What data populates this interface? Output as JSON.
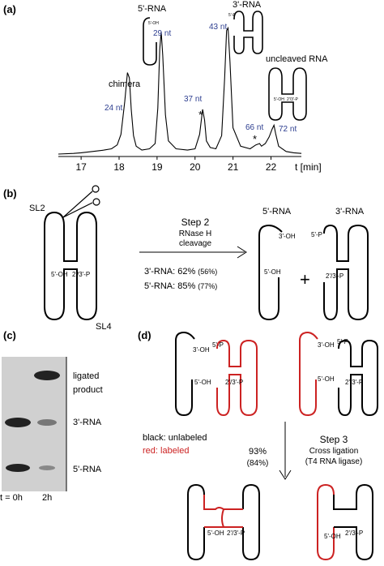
{
  "panel_a": {
    "label": "(a)",
    "peak_labels": {
      "five_rna": "5'-RNA",
      "three_rna": "3'-RNA",
      "uncleaved": "uncleaved RNA",
      "chimera": "chimera",
      "nt24": "24 nt",
      "nt29": "29 nt",
      "nt37": "37 nt",
      "nt43": "43 nt",
      "nt66": "66 nt",
      "nt72": "72 nt",
      "star1": "*",
      "star2": "*"
    },
    "icon_labels": {
      "oh5_small": "5'-OH",
      "p5_small": "5'-P",
      "oh5_unc": "5'-OH",
      "p23_unc": "2'/3'-P"
    },
    "xaxis": {
      "ticks": [
        "17",
        "18",
        "19",
        "20",
        "21",
        "22"
      ],
      "unit": "t [min]"
    },
    "chart_data": {
      "type": "line",
      "title": "",
      "xlabel": "t [min]",
      "ylabel": "",
      "xlim": [
        16.4,
        22.8
      ],
      "series": [
        {
          "x": [
            16.4,
            16.8,
            17.0,
            17.3,
            17.6,
            17.8,
            17.95,
            18.05,
            18.15,
            18.22,
            18.27,
            18.32,
            18.38,
            18.45,
            18.6,
            18.8,
            18.95,
            19.02,
            19.07,
            19.11,
            19.15,
            19.22,
            19.3,
            19.5,
            19.8,
            20.0,
            20.12,
            20.2,
            20.25,
            20.3,
            20.4,
            20.55,
            20.7,
            20.78,
            20.83,
            20.87,
            20.92,
            21.0,
            21.2,
            21.45,
            21.6,
            21.7,
            21.75,
            21.85,
            21.95,
            22.03,
            22.08,
            22.12,
            22.2,
            22.4,
            22.6,
            22.8
          ],
          "y": [
            0,
            0.5,
            1,
            2,
            3,
            4,
            7,
            15,
            40,
            62,
            58,
            34,
            14,
            6,
            3,
            4,
            8,
            35,
            80,
            93,
            75,
            30,
            10,
            4,
            3,
            4,
            15,
            34,
            26,
            10,
            5,
            4,
            14,
            58,
            94,
            96,
            70,
            20,
            6,
            4,
            7,
            8,
            6,
            8,
            13,
            19,
            22,
            16,
            6,
            2,
            1,
            0.5
          ]
        }
      ],
      "peaks": [
        {
          "t": 18.25,
          "name": "chimera",
          "size": "24 nt"
        },
        {
          "t": 19.12,
          "name": "5'-RNA",
          "size": "29 nt"
        },
        {
          "t": 20.22,
          "name": "*",
          "size": "37 nt"
        },
        {
          "t": 20.88,
          "name": "3'-RNA",
          "size": "43 nt"
        },
        {
          "t": 21.7,
          "name": "*",
          "size": "66 nt"
        },
        {
          "t": 22.08,
          "name": "uncleaved RNA",
          "size": "72 nt"
        }
      ]
    }
  },
  "panel_b": {
    "label": "(b)",
    "sl2": "SL2",
    "sl4": "SL4",
    "oh5": "5'-OH",
    "p23": "2'/3'-P",
    "step": "Step 2",
    "enzyme_line1": "RNase H",
    "enzyme_line2": "cleavage",
    "yield1_main": "3'-RNA: 62%",
    "yield1_paren": "(56%)",
    "yield2_main": "5'-RNA: 85%",
    "yield2_paren": "(77%)",
    "prod_five": "5'-RNA",
    "prod_three": "3'-RNA",
    "prod_oh3": "3'-OH",
    "prod_oh5": "5'-OH",
    "prod_p5": "5'-P",
    "prod_p23": "2'/3'-P",
    "plus": "+"
  },
  "panel_c": {
    "label": "(c)",
    "band_ligated_1": "ligated",
    "band_ligated_2": "product",
    "band_three": "3'-RNA",
    "band_five": "5'-RNA",
    "lane_0": "t = 0h",
    "lane_2": "2h"
  },
  "panel_d": {
    "label": "(d)",
    "legend_black": "black: unlabeled",
    "legend_red": "red:  labeled",
    "yield": "93%",
    "yield_paren": "(84%)",
    "step": "Step 3",
    "step_line2": "Cross ligation",
    "step_line3": "(T4 RNA ligase)",
    "l_oh3": "3'-OH",
    "l_p5": "5'-P",
    "l_oh5": "5'-OH",
    "l_p23": "2'/3'-P",
    "r_oh3": "3'-OH",
    "r_p5": "5'-P",
    "r_oh5": "5'-OH",
    "r_p23": "2'/3'-P",
    "bl_oh5": "5'-OH",
    "bl_p23": "2'/3'-P",
    "br_oh5": "5'-OH",
    "br_p23": "2'/3'-P"
  },
  "colors": {
    "unlabeled": "#000000",
    "labeled": "#cc2222",
    "peak_size": "#2c3d8f"
  }
}
